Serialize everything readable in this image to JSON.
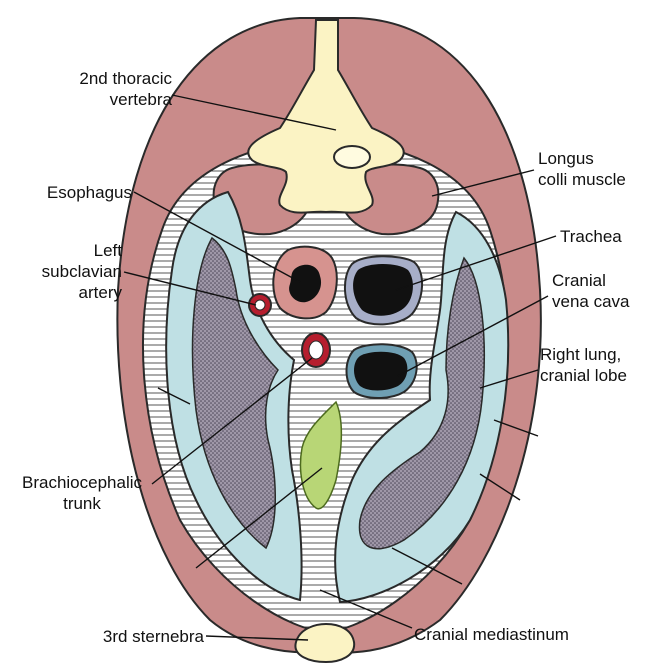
{
  "labels": {
    "vertebra": [
      "2nd thoracic",
      "vertebra"
    ],
    "esophagus": "Esophagus",
    "subclavian": [
      "Left",
      "subclavian",
      "artery"
    ],
    "brachiocephalic": [
      "Brachiocephalic",
      "trunk"
    ],
    "sternebra": "3rd sternebra",
    "longus": [
      "Longus",
      "colli muscle"
    ],
    "trachea": "Trachea",
    "vena_cava": [
      "Cranial",
      "vena cava"
    ],
    "right_lung": [
      "Right lung,",
      "cranial lobe"
    ],
    "mediastinum": "Cranial mediastinum"
  },
  "colors": {
    "muscle": "#c98b8a",
    "bone": "#fbf3c4",
    "pleura": "#bfe0e4",
    "lung": "#9f97a8",
    "thymus": "#b8d676",
    "esophagus_wall": "#d6938f",
    "lumen": "#111111",
    "artery": "#b61e2e",
    "outline": "#2a2a2a"
  }
}
